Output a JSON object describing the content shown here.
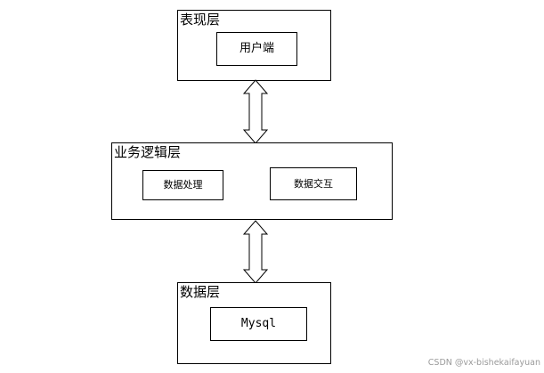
{
  "layers": {
    "presentation": {
      "title": "表现层",
      "client": "用户端"
    },
    "logic": {
      "title": "业务逻辑层",
      "data_processing": "数据处理",
      "data_exchange": "数据交互"
    },
    "data": {
      "title": "数据层",
      "database": "Mysql"
    }
  },
  "watermark": "CSDN @vx-bishekaifayuan",
  "colors": {
    "border": "#000000",
    "arrow_fill": "#ffffff",
    "watermark": "#9a9a9a"
  }
}
